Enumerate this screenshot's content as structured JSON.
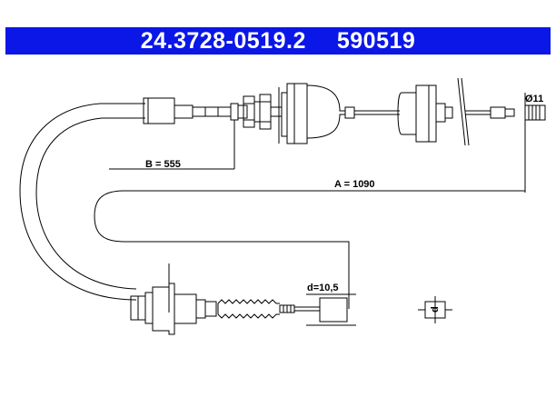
{
  "header": {
    "part_number": "24.3728-0519.2",
    "ref_number": "590519",
    "background": "#0a17e6",
    "text_color": "#ffffff"
  },
  "dimensions": {
    "a": "A = 1090",
    "b": "B = 555",
    "d": "d=10,5",
    "diameter": "Ø11",
    "d_symbol": "d"
  }
}
